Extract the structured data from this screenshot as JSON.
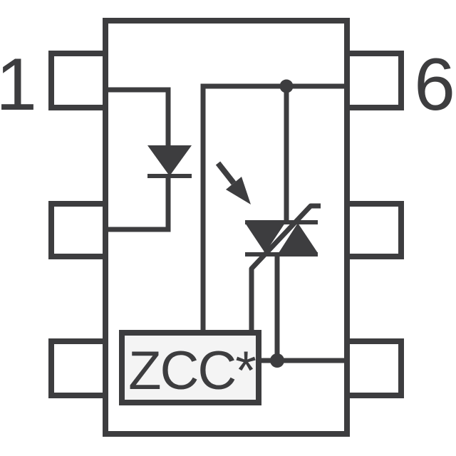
{
  "schematic": {
    "pin_labels": {
      "pin1": "1",
      "pin6": "6"
    },
    "zcc_box": {
      "label": "ZCC*"
    },
    "symbols": {
      "led": "led-diode-symbol",
      "light_arrow": "light-emission-arrow",
      "triac": "photo-triac-symbol",
      "zcc": "zero-cross-circuit-block"
    },
    "colors": {
      "ink": "#3d3d3f",
      "zcc_fill": "#f4f4f4",
      "background": "#ffffff"
    }
  }
}
